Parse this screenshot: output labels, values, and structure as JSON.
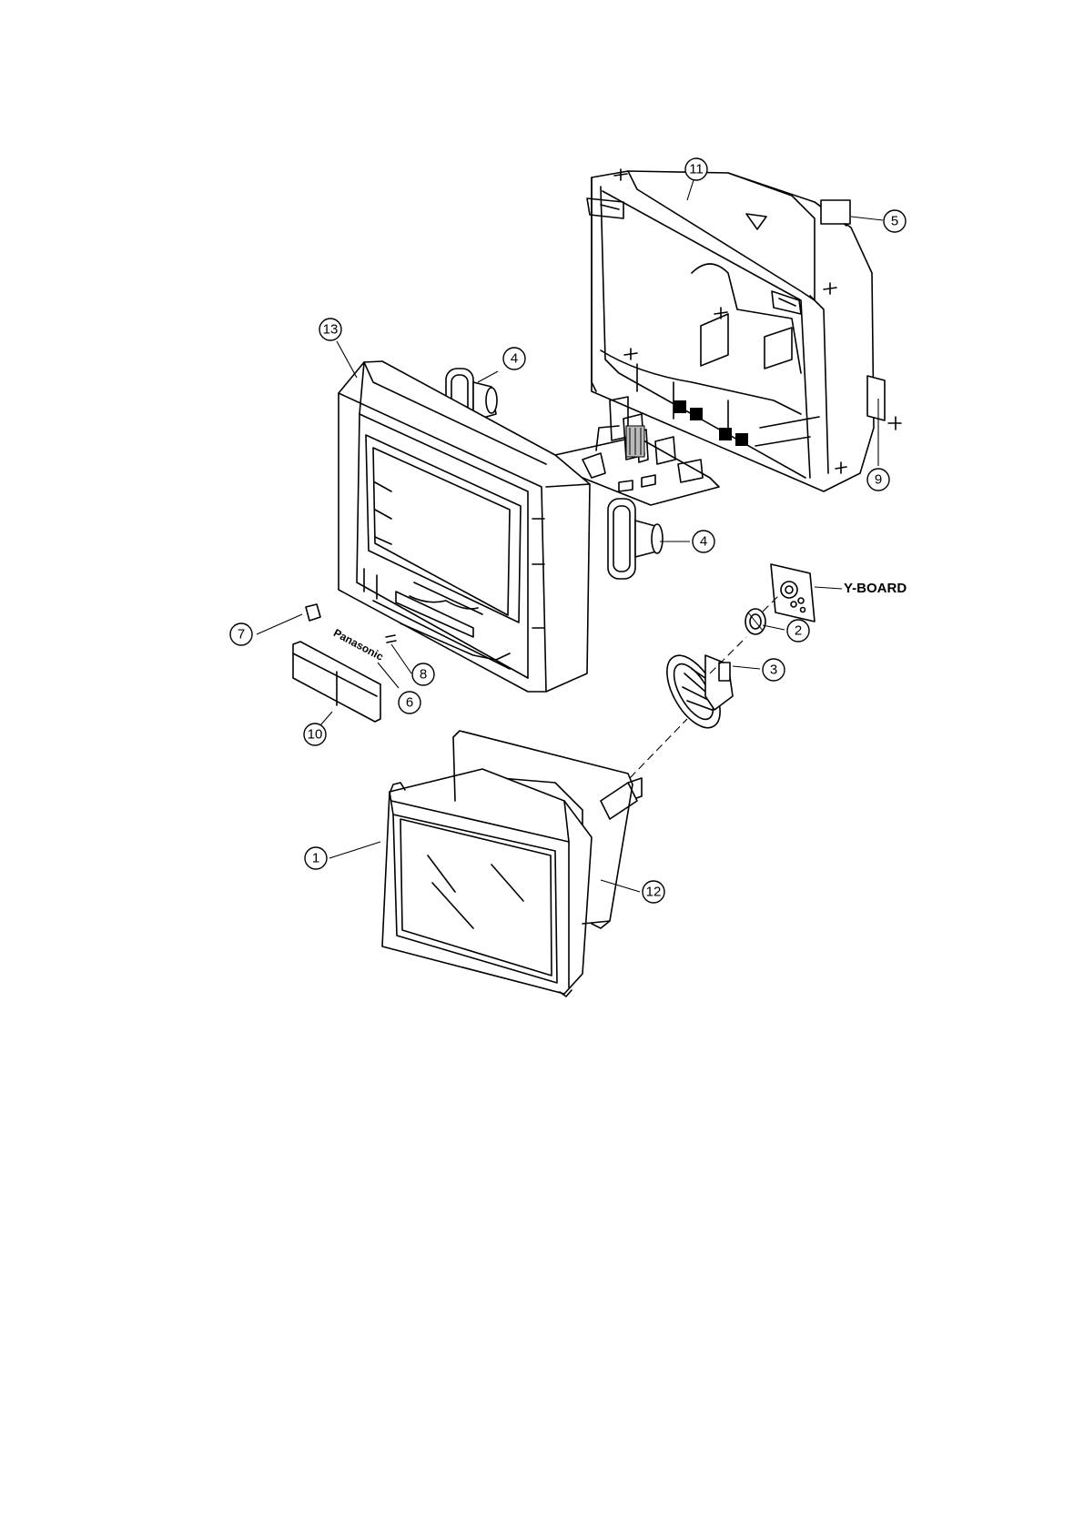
{
  "diagram": {
    "callouts": [
      {
        "id": "c1",
        "label": "1"
      },
      {
        "id": "c2",
        "label": "2"
      },
      {
        "id": "c3",
        "label": "3"
      },
      {
        "id": "c4a",
        "label": "4"
      },
      {
        "id": "c4b",
        "label": "4"
      },
      {
        "id": "c5",
        "label": "5"
      },
      {
        "id": "c6",
        "label": "6"
      },
      {
        "id": "c7",
        "label": "7"
      },
      {
        "id": "c8",
        "label": "8"
      },
      {
        "id": "c9",
        "label": "9"
      },
      {
        "id": "c10",
        "label": "10"
      },
      {
        "id": "c11",
        "label": "11"
      },
      {
        "id": "c12",
        "label": "12"
      },
      {
        "id": "c13",
        "label": "13"
      }
    ],
    "board_label": "Y-BOARD",
    "brand_label": "Panasonic"
  }
}
